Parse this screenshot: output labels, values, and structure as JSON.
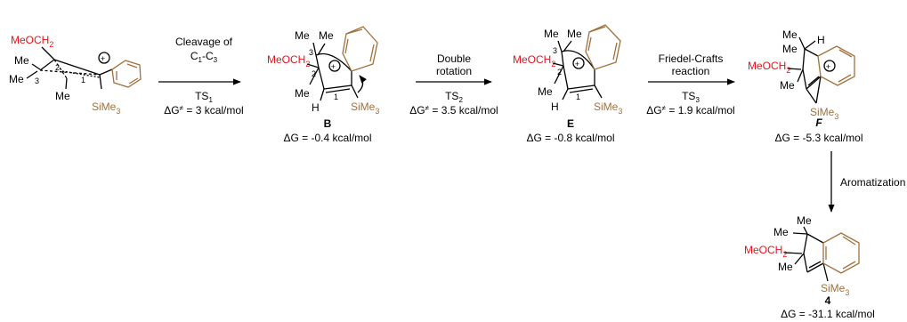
{
  "colors": {
    "red": "#e8121a",
    "green": "#1e8a1e",
    "blue": "#1f2fd8",
    "brown": "#a0703c",
    "black": "#000000"
  },
  "labels": {
    "meoch2": "MeOCH",
    "sub2": "2",
    "me": "Me",
    "sime3": "SiMe",
    "sub3": "3",
    "h": "H",
    "n1": "1",
    "n2": "2",
    "n3": "3",
    "plus": "+"
  },
  "steps": [
    {
      "top1": "Cleavage of",
      "top2_c1": "C",
      "top2_sub1": "1",
      "top2_dash": "-C",
      "top2_sub3": "3",
      "ts": "TS",
      "ts_sub": "1",
      "dg_prefix": "ΔG",
      "dg_sup": "≠",
      "dg_value": " = 3 kcal/mol"
    },
    {
      "top1": "Double",
      "top2": "rotation",
      "ts": "TS",
      "ts_sub": "2",
      "dg_prefix": "ΔG",
      "dg_sup": "≠",
      "dg_value": " = 3.5 kcal/mol"
    },
    {
      "top1": "Friedel-Crafts",
      "top2": "reaction",
      "ts": "TS",
      "ts_sub": "3",
      "dg_prefix": "ΔG",
      "dg_sup": "≠",
      "dg_value": " = 1.9 kcal/mol"
    },
    {
      "label": "Aromatization"
    }
  ],
  "compounds": [
    {
      "id": "B",
      "dg": "ΔG = -0.4 kcal/mol"
    },
    {
      "id": "E",
      "dg": "ΔG = -0.8 kcal/mol"
    },
    {
      "id": "F",
      "dg": "ΔG = -5.3 kcal/mol"
    },
    {
      "id": "4",
      "dg": "ΔG = -31.1 kcal/mol"
    }
  ]
}
